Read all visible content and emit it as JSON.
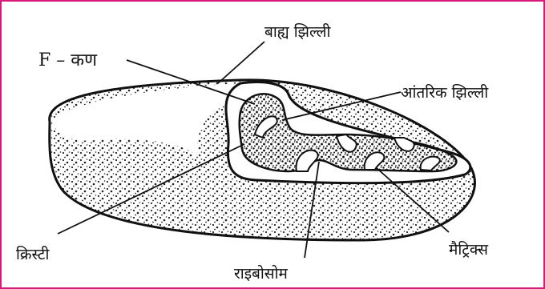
{
  "labels": {
    "f_particle": "F – कण",
    "outer_membrane": "बाह्य झिल्ली",
    "inner_membrane": "आंतरिक झिल्ली",
    "cristae": "क्रिस्टी",
    "ribosome": "राइबोसोम",
    "matrix": "मैट्रिक्स"
  },
  "colors": {
    "border": "#d81b7a",
    "ink": "#111111"
  }
}
